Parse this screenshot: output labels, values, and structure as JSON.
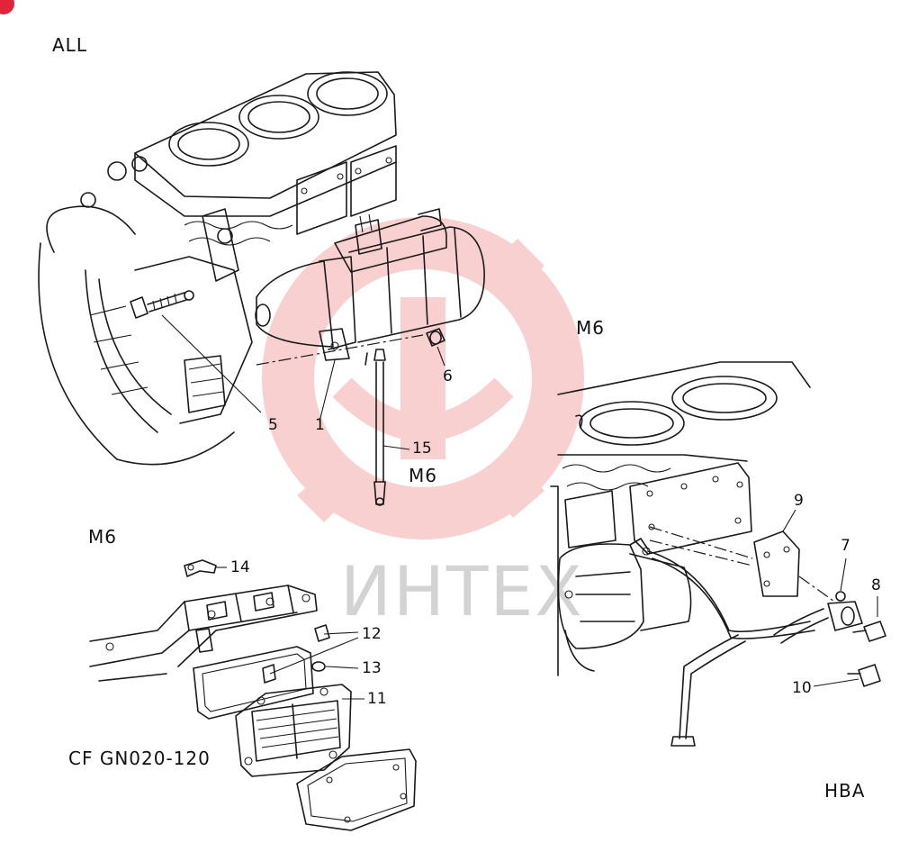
{
  "labels": {
    "top_left": "ALL",
    "m6_center": "M6",
    "m6_right": "M6",
    "m6_left": "M6",
    "doc_code": "CF GN020-120",
    "bottom_right": "HBA"
  },
  "callouts": [
    "1",
    "5",
    "6",
    "15",
    "9",
    "7",
    "8",
    "10",
    "14",
    "12",
    "13",
    "11"
  ],
  "watermark": {
    "text": "ИНТЕХ",
    "color": "#e85a5a",
    "text_color": "#d3d3d3"
  },
  "colors": {
    "line": "#1a1a1a",
    "badge": "#e0253a"
  }
}
